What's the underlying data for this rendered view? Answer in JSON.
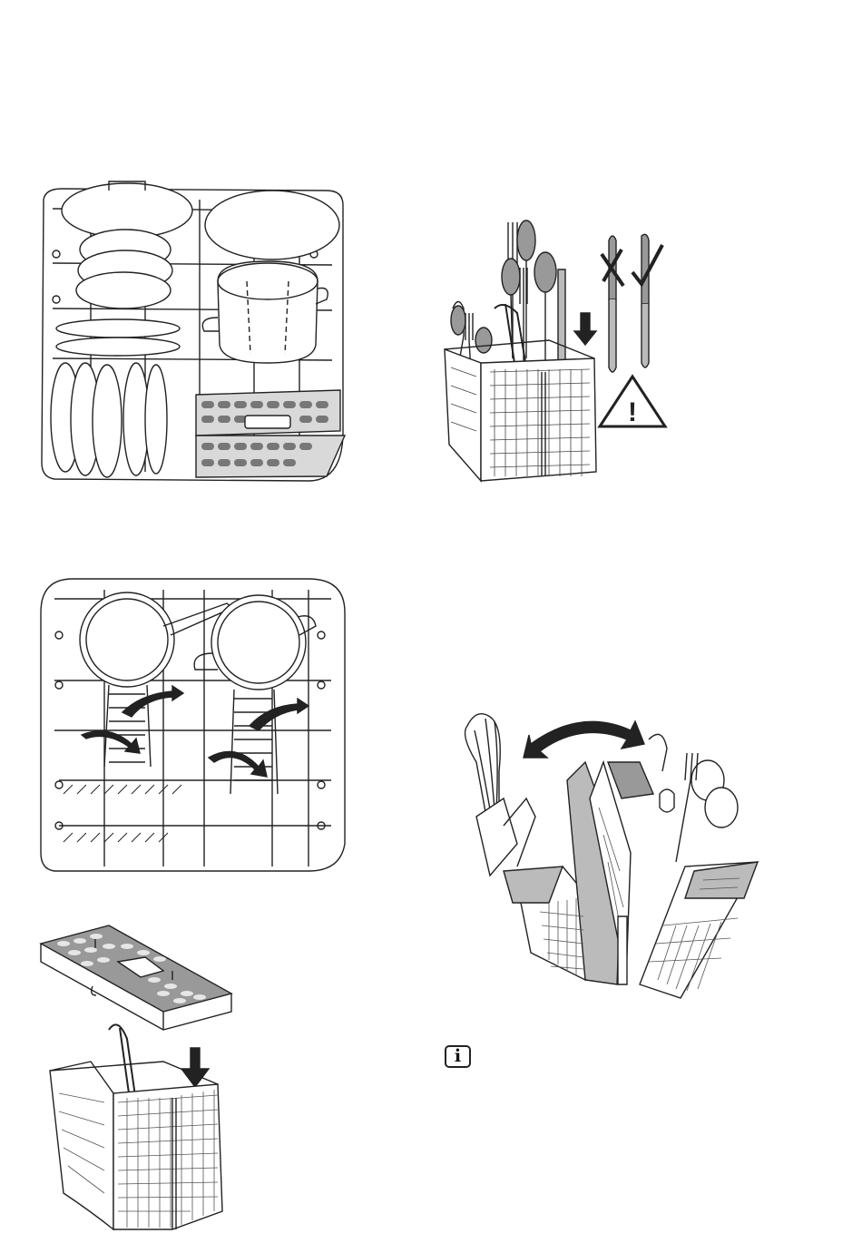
{
  "page": {
    "background": "#ffffff",
    "line_color": "#222222",
    "fill_grey": "#999999",
    "light_grey": "#d9d9d9"
  },
  "figures": [
    {
      "id": "upper-basket-loaded",
      "icon": "dish-rack-icon"
    },
    {
      "id": "cutlery-basket-loading",
      "icon": "cutlery-basket-icon"
    },
    {
      "id": "upper-basket-pot-holders",
      "icon": "pot-rack-icon"
    },
    {
      "id": "cutlery-grid-insert",
      "icon": "cutlery-grid-icon"
    },
    {
      "id": "cutlery-basket-split",
      "icon": "split-basket-icon"
    }
  ],
  "symbols": {
    "wrong_mark": "✗",
    "right_mark": "✓",
    "warning_mark": "!",
    "info_mark": "i"
  }
}
